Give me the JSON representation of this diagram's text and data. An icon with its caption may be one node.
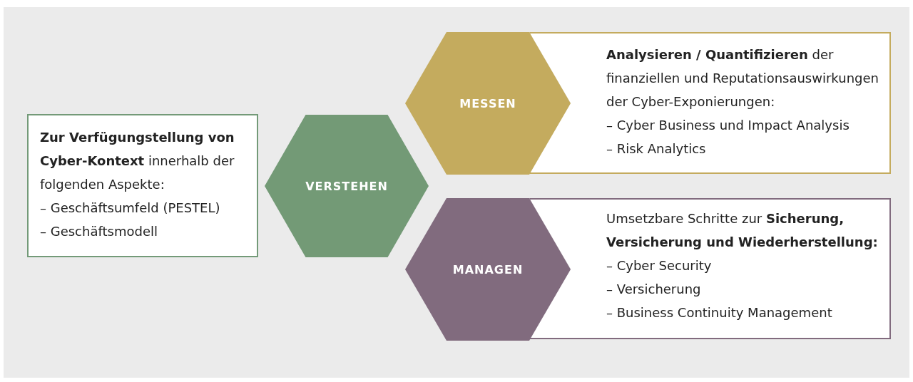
{
  "diagram": {
    "nodes": [
      {
        "text": [
          "MESSEN"
        ]
      },
      {
        "text": [
          "**Analysieren / Quantifizieren** der finanziellen und Reputationsauswirkungen der Cyber-Exponierungen:",
          "– Cyber Business und Impact Analysis",
          "– Risk Analytics"
        ]
      },
      {
        "text": [
          "**Zur Verfügungstellung von Cyber-Kontext** innerhalb der folgenden Aspekte:",
          "– Geschäftsumfeld (PESTEL)",
          "– Geschäftsmodell"
        ]
      },
      {
        "text": [
          "VERSTEHEN"
        ]
      },
      {
        "text": [
          "MANAGEN"
        ]
      },
      {
        "text": [
          "Umsetzbare Schritte zur **Sicherung, Versicherung und Wiederherstellung:**",
          "– Cyber Security",
          "– Versicherung",
          "– Business Continuity Management"
        ]
      }
    ],
    "edges": []
  }
}
